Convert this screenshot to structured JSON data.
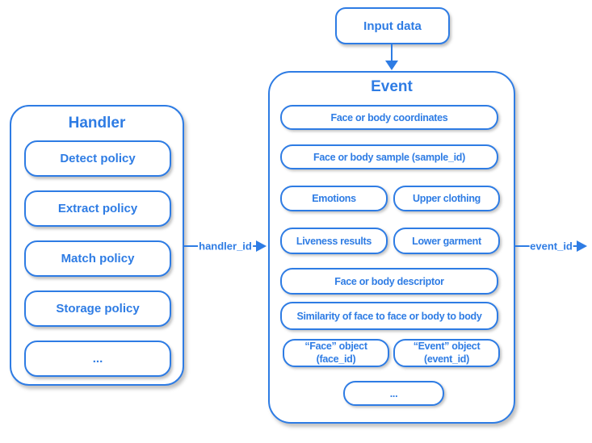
{
  "colors": {
    "accent": "#2e7ce4",
    "background": "#ffffff"
  },
  "input_node": {
    "label": "Input data"
  },
  "handler": {
    "title": "Handler",
    "items": [
      {
        "label": "Detect policy"
      },
      {
        "label": "Extract policy"
      },
      {
        "label": "Match policy"
      },
      {
        "label": "Storage policy"
      },
      {
        "label": "..."
      }
    ]
  },
  "event": {
    "title": "Event",
    "items": {
      "coordinates": "Face or body coordinates",
      "sample": "Face or body sample (sample_id)",
      "emotions": "Emotions",
      "upper_clothing": "Upper clothing",
      "liveness": "Liveness results",
      "lower_garment": "Lower garment",
      "descriptor": "Face or body descriptor",
      "similarity": "Similarity of face to face or body to body",
      "face_object": {
        "line1": "“Face” object",
        "line2": "(face_id)"
      },
      "event_object": {
        "line1": "“Event” object",
        "line2": "(event_id)"
      },
      "ellipsis": "..."
    }
  },
  "arrows": {
    "handler_id_label": "handler_id",
    "event_id_label": "event_id"
  }
}
